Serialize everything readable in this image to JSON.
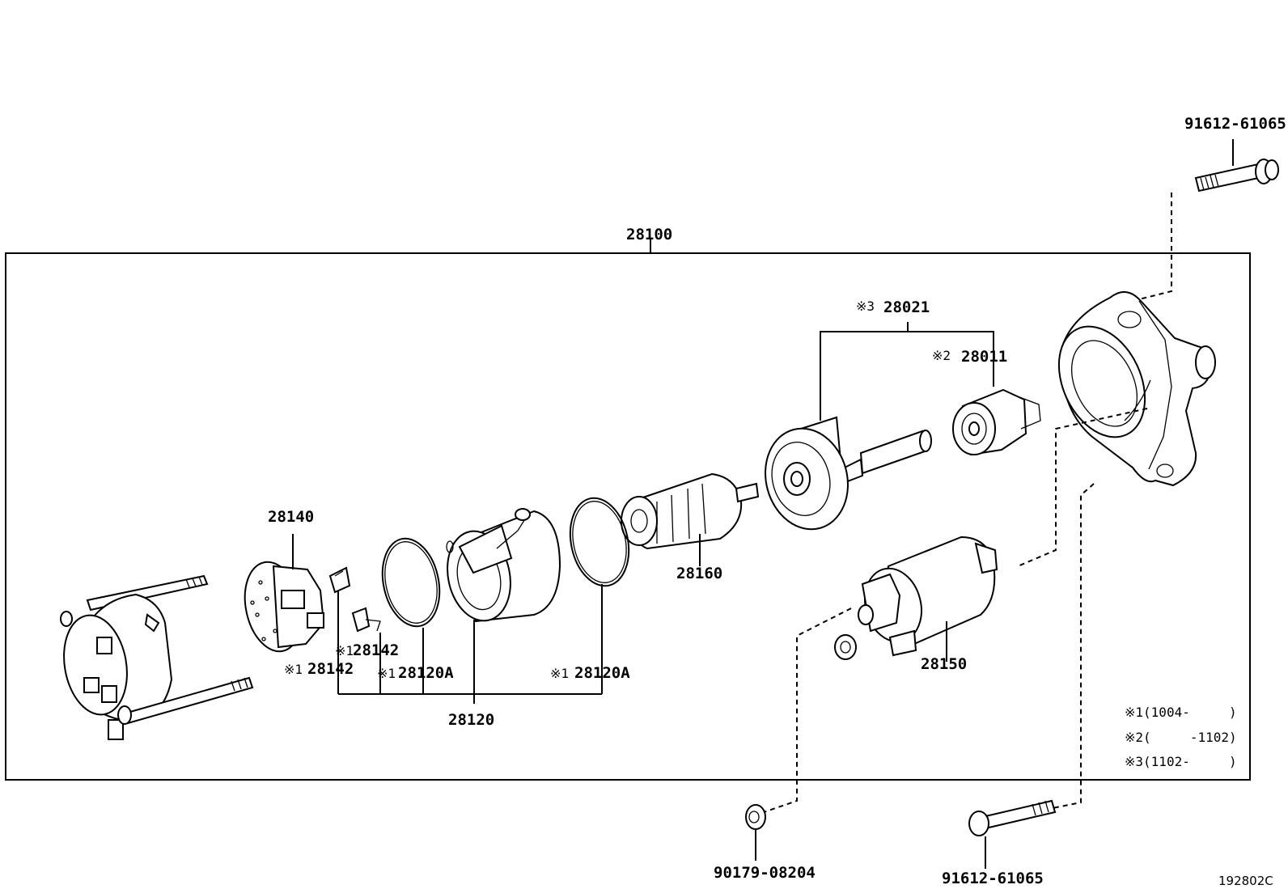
{
  "labels": {
    "assembly": "28100",
    "bolt_top": "91612-61065",
    "bolt_bottom": "91612-61065",
    "nut": "90179-08204",
    "clutch_assy": "28021",
    "clutch_assy_mark": "※3",
    "pinion": "28011",
    "pinion_mark": "※2",
    "brush_holder": "28140",
    "brush_a": "28142",
    "brush_a_mark": "※1",
    "brush_b": "28142",
    "brush_b_mark": "※1",
    "ring_a": "28120A",
    "ring_a_mark": "※1",
    "ring_b": "28120A",
    "ring_b_mark": "※1",
    "yoke": "28120",
    "armature": "28160",
    "switch": "28150",
    "figure_code": "192802C"
  },
  "notes": [
    "※1(1004-     )",
    "※2(     -1102)",
    "※3(1102-     )"
  ]
}
